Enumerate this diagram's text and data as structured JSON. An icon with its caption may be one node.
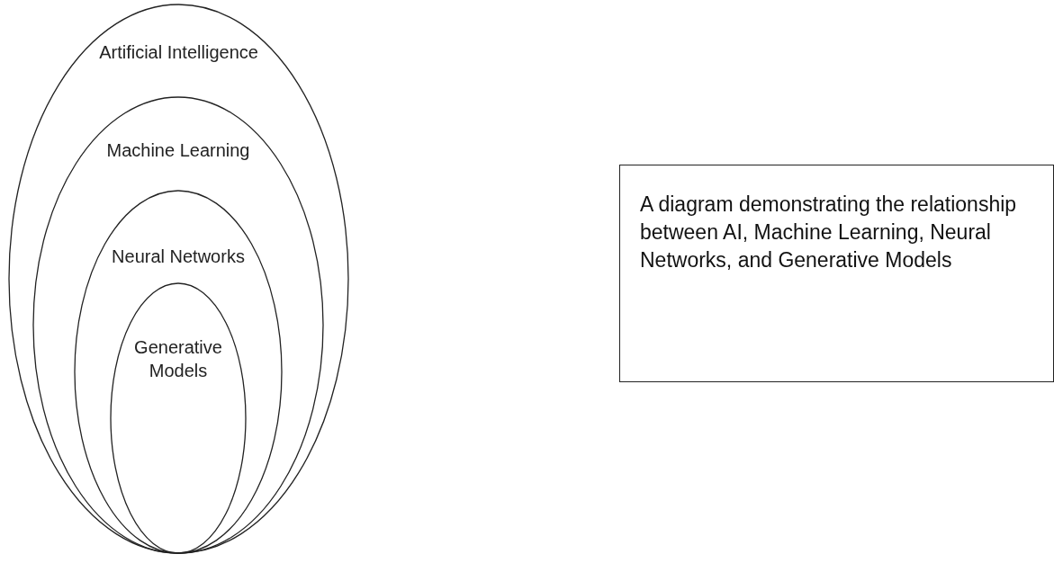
{
  "diagram": {
    "nodes": [
      {
        "text": [
          "Artificial Intelligence"
        ]
      },
      {
        "text": [
          "Machine Learning"
        ],
        "in": 0
      },
      {
        "text": [
          "Neural Networks"
        ],
        "in": 1
      },
      {
        "text": [
          "Generative Models"
        ],
        "in": 2
      },
      {
        "text": [
          "A diagram demonstrating the relationship between AI, Machine Learning, Neural Networks, and Generative Models"
        ]
      }
    ],
    "edges": []
  }
}
